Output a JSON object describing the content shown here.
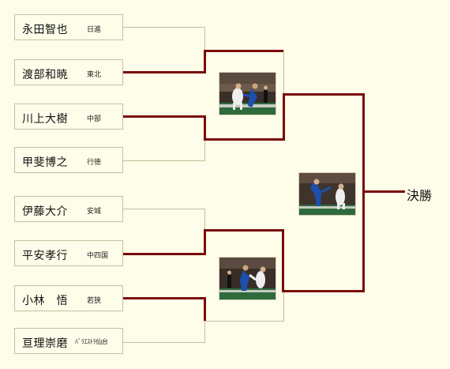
{
  "players": [
    {
      "name": "永田智也",
      "club": "日進"
    },
    {
      "name": "渡部和暁",
      "club": "東北"
    },
    {
      "name": "川上大樹",
      "club": "中部"
    },
    {
      "name": "甲斐博之",
      "club": "行徳"
    },
    {
      "name": "伊藤大介",
      "club": "安城"
    },
    {
      "name": "平安孝行",
      "club": "中四国"
    },
    {
      "name": "小林　悟",
      "club": "若狭"
    },
    {
      "name": "亘理崇磨",
      "club": "ﾊﾞﾗｴｽﾄﾗ仙台"
    }
  ],
  "final_label": "決勝",
  "colors": {
    "background": "#fdfde9",
    "winner_line": "#7a0a0a",
    "bracket_line": "#c7bd9c"
  },
  "photos": [
    "semifinal-1-photo",
    "semifinal-2-photo",
    "final-photo"
  ]
}
